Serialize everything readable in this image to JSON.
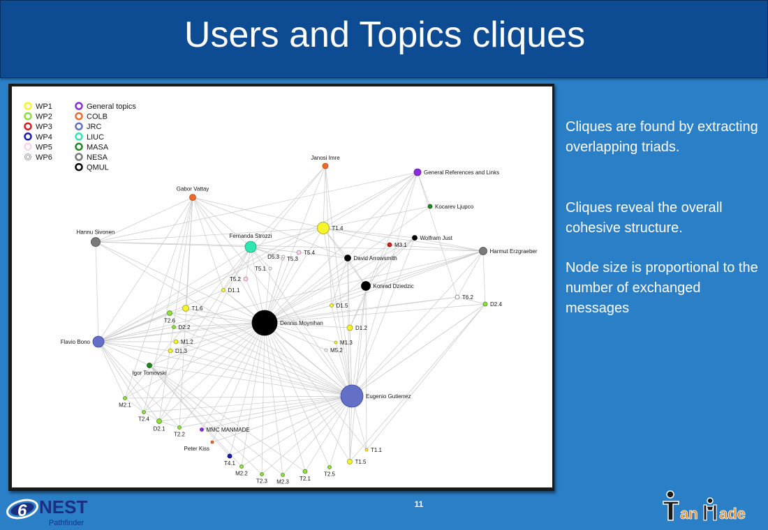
{
  "slide": {
    "title": "Users and Topics cliques",
    "paragraphs": [
      "Cliques are found by extracting overlapping triads.",
      "Cliques reveal the overall cohesive structure.",
      "Node size is proportional to the number of exchanged messages"
    ],
    "page_number": "11"
  },
  "logos": {
    "nest_text": "NEST",
    "nest_sub": "Pathfinder",
    "nest_numeral": "6",
    "manmade_text_1": "an",
    "manmade_text_2": "ade"
  },
  "legend": {
    "wp": [
      {
        "label": "WP1",
        "color": "#f5f52a",
        "style": "ring"
      },
      {
        "label": "WP2",
        "color": "#8fe03a",
        "style": "ring"
      },
      {
        "label": "WP3",
        "color": "#d81c1c",
        "style": "ring"
      },
      {
        "label": "WP4",
        "color": "#1a1ab8",
        "style": "ring"
      },
      {
        "label": "WP5",
        "color": "#f5d5ec",
        "style": "ring"
      },
      {
        "label": "WP6",
        "color": "#9a9a9a",
        "style": "double"
      }
    ],
    "orgs": [
      {
        "label": "General topics",
        "color": "#8a2be2"
      },
      {
        "label": "COLB",
        "color": "#ee6a2a"
      },
      {
        "label": "JRC",
        "color": "#6470c8"
      },
      {
        "label": "LIUC",
        "color": "#2fe6b0"
      },
      {
        "label": "MASA",
        "color": "#1e8a1e"
      },
      {
        "label": "NESA",
        "color": "#7a7a7a"
      },
      {
        "label": "QMUL",
        "color": "#000000"
      }
    ]
  },
  "graph": {
    "nodes": [
      {
        "id": "janosi",
        "label": "Janosi Imre",
        "color": "#ee6a2a",
        "size": 4,
        "stroke": "#b24a18"
      },
      {
        "id": "genref",
        "label": "General References and Links",
        "color": "#8a2be2",
        "size": 5,
        "stroke": "#5c1a99"
      },
      {
        "id": "gabor",
        "label": "Gabor Vattay",
        "color": "#ee6a2a",
        "size": 4.5,
        "stroke": "#b24a18"
      },
      {
        "id": "kocarev",
        "label": "Kocarev Ljupco",
        "color": "#1e8a1e",
        "size": 3,
        "stroke": "#115511"
      },
      {
        "id": "t14",
        "label": "T1.4",
        "color": "#f5f52a",
        "size": 8.5,
        "stroke": "#999922"
      },
      {
        "id": "hannu",
        "label": "Hannu Sivonen",
        "color": "#7a7a7a",
        "size": 6.5,
        "stroke": "#444444"
      },
      {
        "id": "fernanda",
        "label": "Fernanda Strozzi",
        "color": "#2fe6b0",
        "size": 8,
        "stroke": "#1a9a78"
      },
      {
        "id": "m31",
        "label": "M3.1",
        "color": "#d81c1c",
        "size": 3,
        "stroke": "#881010"
      },
      {
        "id": "wolfram",
        "label": "Wolfram Just",
        "color": "#000000",
        "size": 3.5,
        "stroke": "#000000"
      },
      {
        "id": "harmut",
        "label": "Harmut Erzgraeber",
        "color": "#7a7a7a",
        "size": 5.5,
        "stroke": "#444444"
      },
      {
        "id": "t53",
        "label": "T5.3",
        "color": "#ffffff",
        "size": 2,
        "stroke": "#b07aa0"
      },
      {
        "id": "t54",
        "label": "T5.4",
        "color": "#f5d5ec",
        "size": 3,
        "stroke": "#b07aa0"
      },
      {
        "id": "d53",
        "label": "D5.3",
        "color": "#ffffff",
        "size": 2,
        "stroke": "#888888"
      },
      {
        "id": "t51",
        "label": "T5.1",
        "color": "#ffffff",
        "size": 2,
        "stroke": "#888888"
      },
      {
        "id": "david",
        "label": "David Arrowsmith",
        "color": "#000000",
        "size": 4.5,
        "stroke": "#000000"
      },
      {
        "id": "t52",
        "label": "T5.2",
        "color": "#f5d5ec",
        "size": 3,
        "stroke": "#b07aa0"
      },
      {
        "id": "d11",
        "label": "D1.1",
        "color": "#f5f52a",
        "size": 2.5,
        "stroke": "#999922"
      },
      {
        "id": "konrad",
        "label": "Konrad Dziedzic",
        "color": "#000000",
        "size": 6.5,
        "stroke": "#000000"
      },
      {
        "id": "t62",
        "label": "T6.2",
        "color": "#ffffff",
        "size": 3,
        "stroke": "#777777"
      },
      {
        "id": "d24",
        "label": "D2.4",
        "color": "#8fe03a",
        "size": 3,
        "stroke": "#4a8a18"
      },
      {
        "id": "d15",
        "label": "D1.5",
        "color": "#f5f52a",
        "size": 2.5,
        "stroke": "#999922"
      },
      {
        "id": "t16",
        "label": "T1.6",
        "color": "#f5f52a",
        "size": 4.5,
        "stroke": "#999922"
      },
      {
        "id": "t26",
        "label": "T2.6",
        "color": "#8fe03a",
        "size": 3.5,
        "stroke": "#4a8a18"
      },
      {
        "id": "dennis",
        "label": "Dennis Moynihan",
        "color": "#000000",
        "size": 18,
        "stroke": "#000000"
      },
      {
        "id": "d22",
        "label": "D2.2",
        "color": "#8fe03a",
        "size": 2.5,
        "stroke": "#4a8a18"
      },
      {
        "id": "d12",
        "label": "D1.2",
        "color": "#f5f52a",
        "size": 4,
        "stroke": "#999922"
      },
      {
        "id": "flavio",
        "label": "Flavio Bono",
        "color": "#6470c8",
        "size": 8,
        "stroke": "#3a44a0"
      },
      {
        "id": "m12",
        "label": "M1.2",
        "color": "#f5f52a",
        "size": 3,
        "stroke": "#999922"
      },
      {
        "id": "m13",
        "label": "M1.3",
        "color": "#f5f52a",
        "size": 2,
        "stroke": "#999922"
      },
      {
        "id": "d13",
        "label": "D1.3",
        "color": "#f5f52a",
        "size": 3,
        "stroke": "#999922"
      },
      {
        "id": "m52",
        "label": "M5.2",
        "color": "#ffffff",
        "size": 2,
        "stroke": "#888888"
      },
      {
        "id": "igor",
        "label": "Igor Tomovski",
        "color": "#1e8a1e",
        "size": 3.5,
        "stroke": "#115511"
      },
      {
        "id": "eugenio",
        "label": "Eugenio Gutierrez",
        "color": "#6470c8",
        "size": 16,
        "stroke": "#3a44a0"
      },
      {
        "id": "m21",
        "label": "M2.1",
        "color": "#8fe03a",
        "size": 2.5,
        "stroke": "#4a8a18"
      },
      {
        "id": "t24",
        "label": "T2.4",
        "color": "#8fe03a",
        "size": 2.5,
        "stroke": "#4a8a18"
      },
      {
        "id": "d21",
        "label": "D2.1",
        "color": "#8fe03a",
        "size": 3.5,
        "stroke": "#4a8a18"
      },
      {
        "id": "t22",
        "label": "T2.2",
        "color": "#8fe03a",
        "size": 2.5,
        "stroke": "#4a8a18"
      },
      {
        "id": "mmc",
        "label": "MMC MANMADE",
        "color": "#8a2be2",
        "size": 2.5,
        "stroke": "#5c1a99"
      },
      {
        "id": "peter",
        "label": "Peter Kiss",
        "color": "#ee6a2a",
        "size": 2,
        "stroke": "#b24a18"
      },
      {
        "id": "t11",
        "label": "T1.1",
        "color": "#f5f52a",
        "size": 2,
        "stroke": "#c08a20"
      },
      {
        "id": "t41",
        "label": "T4.1",
        "color": "#1a1ab8",
        "size": 3,
        "stroke": "#0a0a70"
      },
      {
        "id": "m22",
        "label": "M2.2",
        "color": "#8fe03a",
        "size": 2.5,
        "stroke": "#4a8a18"
      },
      {
        "id": "t15",
        "label": "T1.5",
        "color": "#f5f52a",
        "size": 3.5,
        "stroke": "#999922"
      },
      {
        "id": "t23",
        "label": "T2.3",
        "color": "#8fe03a",
        "size": 2.5,
        "stroke": "#4a8a18"
      },
      {
        "id": "m23",
        "label": "M2.3",
        "color": "#8fe03a",
        "size": 2.5,
        "stroke": "#4a8a18"
      },
      {
        "id": "t21",
        "label": "T2.1",
        "color": "#8fe03a",
        "size": 3,
        "stroke": "#4a8a18"
      },
      {
        "id": "t25",
        "label": "T2.5",
        "color": "#8fe03a",
        "size": 2.5,
        "stroke": "#4a8a18"
      }
    ],
    "edges": [
      [
        "dennis",
        "eugenio"
      ],
      [
        "dennis",
        "flavio"
      ],
      [
        "dennis",
        "hannu"
      ],
      [
        "dennis",
        "gabor"
      ],
      [
        "dennis",
        "janosi"
      ],
      [
        "dennis",
        "genref"
      ],
      [
        "dennis",
        "fernanda"
      ],
      [
        "dennis",
        "t14"
      ],
      [
        "dennis",
        "david"
      ],
      [
        "dennis",
        "konrad"
      ],
      [
        "dennis",
        "harmut"
      ],
      [
        "dennis",
        "wolfram"
      ],
      [
        "dennis",
        "kocarev"
      ],
      [
        "dennis",
        "m31"
      ],
      [
        "dennis",
        "t62"
      ],
      [
        "dennis",
        "d24"
      ],
      [
        "dennis",
        "t16"
      ],
      [
        "dennis",
        "t26"
      ],
      [
        "dennis",
        "d22"
      ],
      [
        "dennis",
        "m12"
      ],
      [
        "dennis",
        "d13"
      ],
      [
        "dennis",
        "igor"
      ],
      [
        "dennis",
        "m21"
      ],
      [
        "dennis",
        "t24"
      ],
      [
        "dennis",
        "d21"
      ],
      [
        "dennis",
        "t22"
      ],
      [
        "dennis",
        "mmc"
      ],
      [
        "dennis",
        "peter"
      ],
      [
        "dennis",
        "t41"
      ],
      [
        "dennis",
        "m22"
      ],
      [
        "dennis",
        "t23"
      ],
      [
        "dennis",
        "m23"
      ],
      [
        "dennis",
        "t21"
      ],
      [
        "dennis",
        "t25"
      ],
      [
        "dennis",
        "t15"
      ],
      [
        "dennis",
        "t11"
      ],
      [
        "dennis",
        "d12"
      ],
      [
        "dennis",
        "d15"
      ],
      [
        "dennis",
        "d11"
      ],
      [
        "dennis",
        "t52"
      ],
      [
        "dennis",
        "t51"
      ],
      [
        "dennis",
        "d53"
      ],
      [
        "dennis",
        "t53"
      ],
      [
        "dennis",
        "t54"
      ],
      [
        "dennis",
        "m13"
      ],
      [
        "dennis",
        "m52"
      ],
      [
        "eugenio",
        "flavio"
      ],
      [
        "eugenio",
        "hannu"
      ],
      [
        "eugenio",
        "gabor"
      ],
      [
        "eugenio",
        "janosi"
      ],
      [
        "eugenio",
        "genref"
      ],
      [
        "eugenio",
        "fernanda"
      ],
      [
        "eugenio",
        "t14"
      ],
      [
        "eugenio",
        "david"
      ],
      [
        "eugenio",
        "konrad"
      ],
      [
        "eugenio",
        "harmut"
      ],
      [
        "eugenio",
        "wolfram"
      ],
      [
        "eugenio",
        "t62"
      ],
      [
        "eugenio",
        "d24"
      ],
      [
        "eugenio",
        "t16"
      ],
      [
        "eugenio",
        "t26"
      ],
      [
        "eugenio",
        "d22"
      ],
      [
        "eugenio",
        "m12"
      ],
      [
        "eugenio",
        "d13"
      ],
      [
        "eugenio",
        "igor"
      ],
      [
        "eugenio",
        "m21"
      ],
      [
        "eugenio",
        "t24"
      ],
      [
        "eugenio",
        "d21"
      ],
      [
        "eugenio",
        "t22"
      ],
      [
        "eugenio",
        "mmc"
      ],
      [
        "eugenio",
        "peter"
      ],
      [
        "eugenio",
        "t41"
      ],
      [
        "eugenio",
        "m22"
      ],
      [
        "eugenio",
        "t23"
      ],
      [
        "eugenio",
        "m23"
      ],
      [
        "eugenio",
        "t21"
      ],
      [
        "eugenio",
        "t25"
      ],
      [
        "eugenio",
        "t15"
      ],
      [
        "eugenio",
        "t11"
      ],
      [
        "eugenio",
        "d12"
      ],
      [
        "eugenio",
        "d15"
      ],
      [
        "eugenio",
        "m13"
      ],
      [
        "eugenio",
        "m52"
      ],
      [
        "eugenio",
        "d11"
      ],
      [
        "flavio",
        "hannu"
      ],
      [
        "flavio",
        "gabor"
      ],
      [
        "flavio",
        "fernanda"
      ],
      [
        "flavio",
        "t14"
      ],
      [
        "flavio",
        "genref"
      ],
      [
        "flavio",
        "harmut"
      ],
      [
        "flavio",
        "t16"
      ],
      [
        "flavio",
        "t26"
      ],
      [
        "flavio",
        "d22"
      ],
      [
        "flavio",
        "m12"
      ],
      [
        "flavio",
        "d13"
      ],
      [
        "flavio",
        "igor"
      ],
      [
        "flavio",
        "m21"
      ],
      [
        "flavio",
        "t24"
      ],
      [
        "flavio",
        "d21"
      ],
      [
        "flavio",
        "t22"
      ],
      [
        "flavio",
        "d11"
      ],
      [
        "flavio",
        "t62"
      ],
      [
        "hannu",
        "gabor"
      ],
      [
        "hannu",
        "fernanda"
      ],
      [
        "hannu",
        "t14"
      ],
      [
        "hannu",
        "harmut"
      ],
      [
        "hannu",
        "genref"
      ],
      [
        "gabor",
        "fernanda"
      ],
      [
        "gabor",
        "t14"
      ],
      [
        "gabor",
        "t16"
      ],
      [
        "gabor",
        "d11"
      ],
      [
        "gabor",
        "m21"
      ],
      [
        "gabor",
        "t24"
      ],
      [
        "gabor",
        "d21"
      ],
      [
        "gabor",
        "t22"
      ],
      [
        "gabor",
        "david"
      ],
      [
        "janosi",
        "t14"
      ],
      [
        "janosi",
        "fernanda"
      ],
      [
        "janosi",
        "d11"
      ],
      [
        "janosi",
        "d15"
      ],
      [
        "genref",
        "t14"
      ],
      [
        "genref",
        "kocarev"
      ],
      [
        "genref",
        "david"
      ],
      [
        "genref",
        "t62"
      ],
      [
        "genref",
        "d12"
      ],
      [
        "fernanda",
        "t14"
      ],
      [
        "fernanda",
        "t53"
      ],
      [
        "fernanda",
        "t54"
      ],
      [
        "fernanda",
        "t51"
      ],
      [
        "fernanda",
        "d53"
      ],
      [
        "fernanda",
        "t52"
      ],
      [
        "fernanda",
        "david"
      ],
      [
        "fernanda",
        "m21"
      ],
      [
        "fernanda",
        "t24"
      ],
      [
        "fernanda",
        "d21"
      ],
      [
        "t14",
        "m31"
      ],
      [
        "t14",
        "wolfram"
      ],
      [
        "t14",
        "harmut"
      ],
      [
        "t14",
        "kocarev"
      ],
      [
        "t14",
        "david"
      ],
      [
        "t14",
        "konrad"
      ],
      [
        "wolfram",
        "harmut"
      ],
      [
        "wolfram",
        "d15"
      ],
      [
        "wolfram",
        "konrad"
      ],
      [
        "m31",
        "harmut"
      ],
      [
        "m31",
        "d12"
      ],
      [
        "harmut",
        "t62"
      ],
      [
        "harmut",
        "d24"
      ],
      [
        "harmut",
        "d15"
      ],
      [
        "harmut",
        "konrad"
      ],
      [
        "david",
        "konrad"
      ],
      [
        "david",
        "d15"
      ],
      [
        "david",
        "t15"
      ],
      [
        "konrad",
        "t15"
      ],
      [
        "konrad",
        "t11"
      ],
      [
        "t62",
        "d24"
      ],
      [
        "d24",
        "t15"
      ],
      [
        "d24",
        "t11"
      ],
      [
        "d24",
        "eugenio"
      ],
      [
        "igor",
        "t41"
      ],
      [
        "igor",
        "m22"
      ],
      [
        "igor",
        "t23"
      ],
      [
        "igor",
        "m23"
      ],
      [
        "igor",
        "t21"
      ],
      [
        "m21",
        "t24"
      ],
      [
        "t24",
        "d21"
      ],
      [
        "d21",
        "t22"
      ]
    ]
  }
}
